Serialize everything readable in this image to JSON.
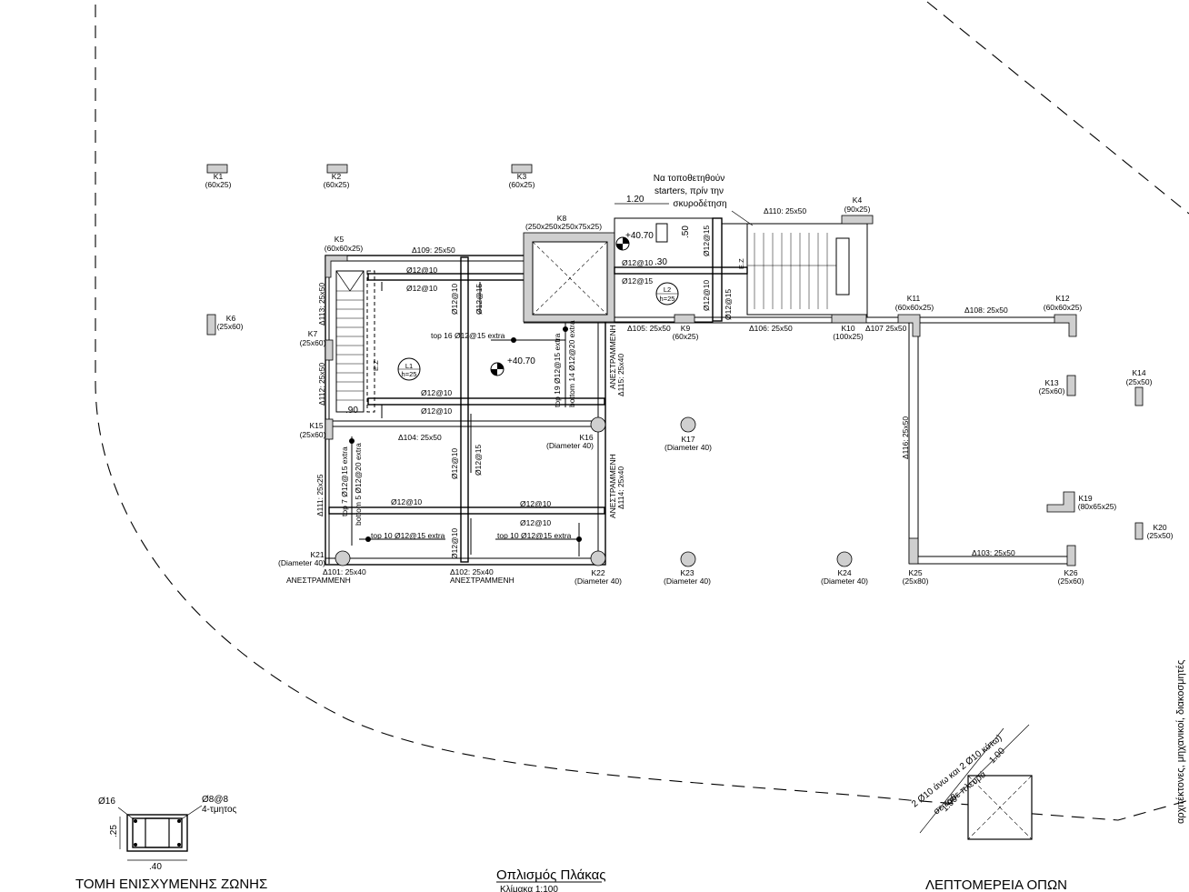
{
  "columns": {
    "K1": {
      "label": "K1",
      "size": "(60x25)"
    },
    "K2": {
      "label": "K2",
      "size": "(60x25)"
    },
    "K3": {
      "label": "K3",
      "size": "(60x25)"
    },
    "K4": {
      "label": "K4",
      "size": "(90x25)"
    },
    "K5": {
      "label": "K5",
      "size": "(60x60x25)"
    },
    "K6": {
      "label": "K6",
      "size": "(25x60)"
    },
    "K7": {
      "label": "K7",
      "size": "(25x60)"
    },
    "K8": {
      "label": "K8",
      "size": "(250x250x250x75x25)"
    },
    "K9": {
      "label": "K9",
      "size": "(60x25)"
    },
    "K10": {
      "label": "K10",
      "size": "(100x25)"
    },
    "K11": {
      "label": "K11",
      "size": "(60x60x25)"
    },
    "K12": {
      "label": "K12",
      "size": "(60x60x25)"
    },
    "K13": {
      "label": "K13",
      "size": "(25x60)"
    },
    "K14": {
      "label": "K14",
      "size": "(25x50)"
    },
    "K15": {
      "label": "K15",
      "size": "(25x60)"
    },
    "K16": {
      "label": "K16",
      "size": "(Diameter 40)"
    },
    "K17": {
      "label": "K17",
      "size": "(Diameter 40)"
    },
    "K19": {
      "label": "K19",
      "size": "(80x65x25)"
    },
    "K20": {
      "label": "K20",
      "size": "(25x50)"
    },
    "K21": {
      "label": "K21",
      "size": "(Diameter 40)"
    },
    "K22": {
      "label": "K22",
      "size": "(Diameter 40)"
    },
    "K23": {
      "label": "K23",
      "size": "(Diameter 40)"
    },
    "K24": {
      "label": "K24",
      "size": "(Diameter 40)"
    },
    "K25": {
      "label": "K25",
      "size": "(25x80)"
    },
    "K26": {
      "label": "K26",
      "size": "(25x60)"
    }
  },
  "beams": {
    "d101": "Δ101: 25x40",
    "d102": "Δ102: 25x40",
    "d103": "Δ103: 25x50",
    "d104": "Δ104: 25x50",
    "d105": "Δ105: 25x50",
    "d106": "Δ106: 25x50",
    "d107": "Δ107 25x50",
    "d108": "Δ108: 25x50",
    "d109": "Δ109: 25x50",
    "d110": "Δ110: 25x50",
    "d111": "Δ111: 25x25",
    "d112": "Δ112: 25x50",
    "d113": "Δ113: 25x50",
    "d114": "Δ114: 25x40",
    "d115": "Δ115: 25x40",
    "d116": "Δ116: 25x50",
    "inverted": "ΑΝΕΣΤΡΑΜΜΕΝΗ"
  },
  "rebar": {
    "r10": "Ø12@10",
    "r15": "Ø12@15",
    "top16": "top 16 Ø12@15 extra",
    "top19": "top 19 Ø12@15 extra",
    "bottom14": "bottom 14 Ø12@20 extra",
    "top7": "top 7 Ø12@15 extra",
    "bottom5": "bottom 5 Ø12@20 extra",
    "top10": "top 10 Ø12@15 extra"
  },
  "slabs": {
    "L1": {
      "label": "L1",
      "h": "h=25"
    },
    "L2": {
      "label": "L2",
      "h": "h=25"
    }
  },
  "levels": {
    "a": "+40.70",
    "b": "+40.70"
  },
  "dims": {
    "d120": "1.20",
    "d50": ".50",
    "d30": ".30",
    "d90": ".90"
  },
  "marks": {
    "ez": "E.Z"
  },
  "note": {
    "line1": "Να τοποθετηθούν",
    "line2": "starters, πρίν την",
    "line3": "σκυροδέτηση"
  },
  "section": {
    "title": "ΤΟΜΗ ΕΝΙΣΧΥΜΕΝΗΣ ΖΩΝΗΣ",
    "bar": "Ø16",
    "stirrup": "Ø8@8",
    "legs": "4-τμητος",
    "h": ".25",
    "w": ".40"
  },
  "plan": {
    "title": "Οπλισμός Πλάκας",
    "scale": "Κλίμακα 1:100"
  },
  "opening": {
    "title": "ΛΕΠΤΟΜΕΡΕΙΑ ΟΠΩΝ",
    "line1": "2 Ø10 άνω και 2 Ø10 κάτω)",
    "line2": "σε καθε πλευρά",
    "dim": "1.00"
  },
  "side_text": "αρχιτέκτονες, μηχανικοί, διακοσμητές"
}
